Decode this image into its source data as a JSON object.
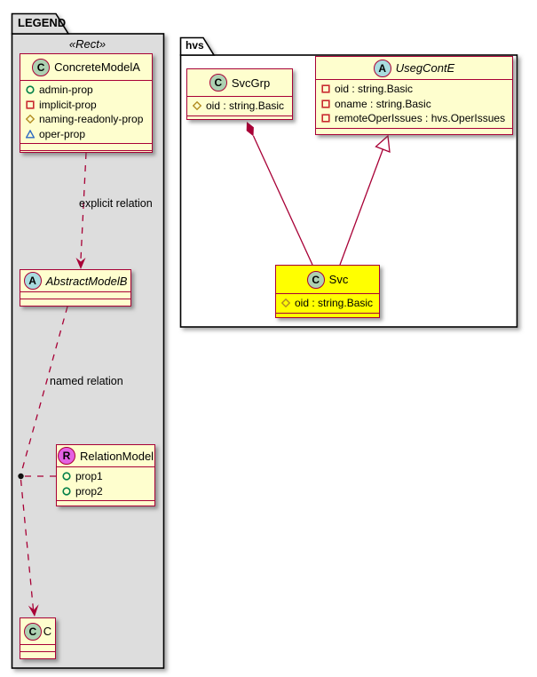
{
  "diagram": {
    "type": "uml-class-diagram",
    "legend": {
      "tab": "LEGEND",
      "stereotype": "«Rect»",
      "concrete": {
        "badge": "C",
        "name": "ConcreteModelA",
        "props": [
          {
            "icon": "circle-icon",
            "label": "admin-prop"
          },
          {
            "icon": "square-icon",
            "label": "implicit-prop"
          },
          {
            "icon": "diamond-icon",
            "label": "naming-readonly-prop"
          },
          {
            "icon": "triangle-icon",
            "label": "oper-prop"
          }
        ]
      },
      "abstract_b": {
        "badge": "A",
        "name": "AbstractModelB"
      },
      "relation_model": {
        "badge": "R",
        "name": "RelationModel",
        "props": [
          {
            "icon": "circle-icon",
            "label": "prop1"
          },
          {
            "icon": "circle-icon",
            "label": "prop2"
          }
        ]
      },
      "class_c": {
        "badge": "C",
        "name": "C"
      },
      "labels": {
        "explicit": "explicit relation",
        "named": "named relation"
      }
    },
    "hvs": {
      "tab": "hvs",
      "svcgrp": {
        "badge": "C",
        "name": "SvcGrp",
        "props": [
          {
            "icon": "diamond-icon",
            "label": "oid : string.Basic"
          }
        ]
      },
      "usegconte": {
        "badge": "A",
        "name": "UsegContE",
        "props": [
          {
            "icon": "square-icon",
            "label": "oid : string.Basic"
          },
          {
            "icon": "square-icon",
            "label": "oname : string.Basic"
          },
          {
            "icon": "square-icon",
            "label": "remoteOperIssues : hvs.OperIssues"
          }
        ]
      },
      "svc": {
        "badge": "C",
        "name": "Svc",
        "props": [
          {
            "icon": "diamond-icon",
            "label": "oid : string.Basic"
          }
        ]
      },
      "relations": [
        {
          "from": "Svc",
          "to": "SvcGrp",
          "type": "composition"
        },
        {
          "from": "Svc",
          "to": "UsegContE",
          "type": "generalization"
        }
      ]
    },
    "colors": {
      "class_fill": "#FEFECE",
      "class_border": "#A80036",
      "highlight_fill": "#FFFF00",
      "legend_package_fill": "#DDDDDD",
      "hvs_package_fill": "#FFFFFF",
      "badge_class_fill": "#ADD1B2",
      "badge_abstract_fill": "#A9DCDF",
      "badge_relation_fill": "#E361E3",
      "icon_circle_stroke": "#038048",
      "icon_square_stroke": "#C82930",
      "icon_diamond_stroke": "#B38D22",
      "icon_triangle_stroke": "#2E6BC2"
    }
  }
}
